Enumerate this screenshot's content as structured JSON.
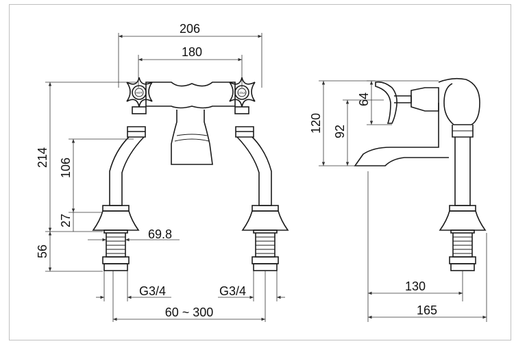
{
  "front": {
    "dim_outer_width": "206",
    "dim_centres": "180",
    "dim_total_height": "214",
    "dim_riser_height": "106",
    "dim_base_height": "27",
    "dim_tail_length": "56",
    "dim_flange": "69.8",
    "dim_thread_left": "G3/4",
    "dim_thread_right": "G3/4",
    "dim_spread": "60 ~ 300",
    "handle_left_text": "HOT",
    "handle_right_text": "COLD"
  },
  "side": {
    "dim_height": "120",
    "dim_spout_height": "92",
    "dim_handle_height": "64",
    "dim_projection": "130",
    "dim_total_depth": "165"
  }
}
